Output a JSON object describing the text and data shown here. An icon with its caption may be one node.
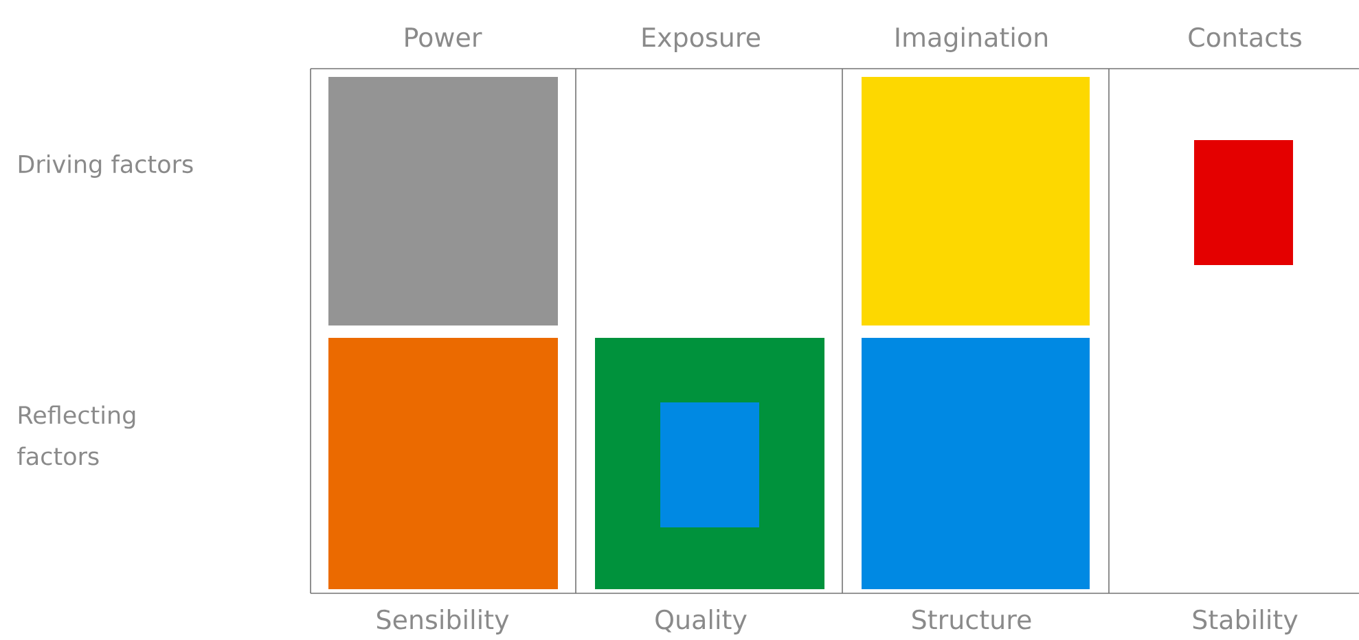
{
  "diagram": {
    "nodes": [
      {
        "text": [],
        "shape": "box"
      },
      {
        "text": [],
        "shape": "box"
      },
      {
        "text": [],
        "shape": "box"
      },
      {
        "text": [],
        "shape": "box"
      },
      {
        "text": [],
        "shape": "box"
      },
      {
        "text": [],
        "shape": "box",
        "in": 4
      },
      {
        "text": [],
        "shape": "box"
      }
    ],
    "labels": [
      "Power",
      "Exposure",
      "Imagination",
      "Contacts",
      "Driving factors",
      "Reflecting factors",
      "Sensibility",
      "Quality",
      "Structure",
      "Stability"
    ]
  }
}
